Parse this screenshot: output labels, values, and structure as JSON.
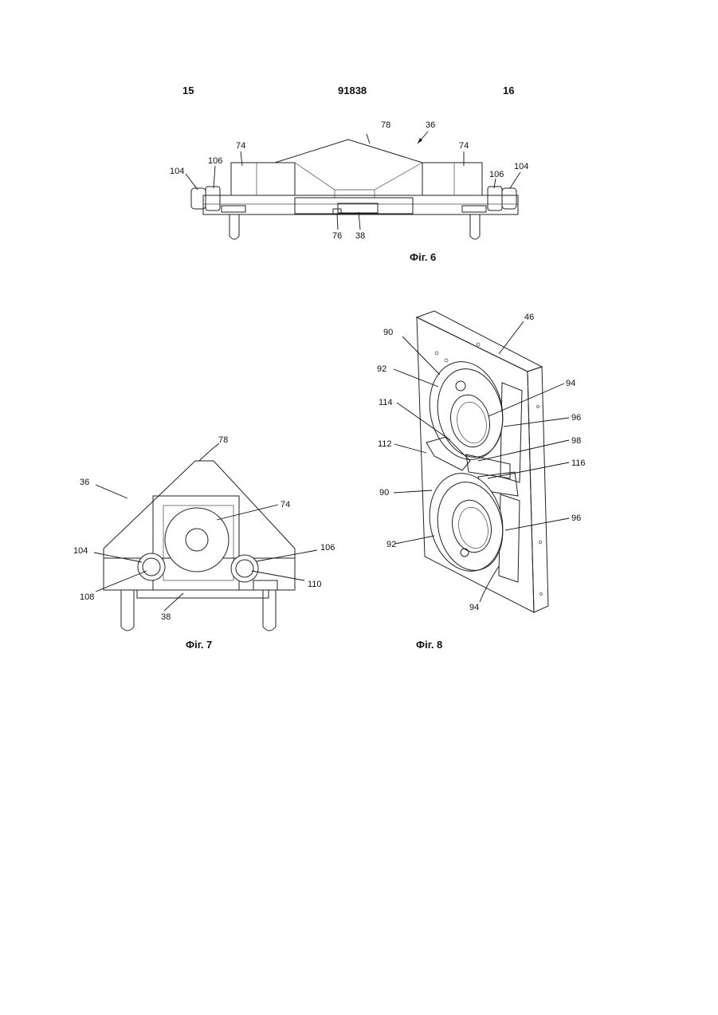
{
  "header": {
    "page_left": "15",
    "patent_number": "91838",
    "page_right": "16"
  },
  "fig6": {
    "caption": "Фіг. 6",
    "labels": {
      "l78": "78",
      "l36": "36",
      "l74a": "74",
      "l74b": "74",
      "l104a": "104",
      "l106a": "106",
      "l106b": "106",
      "l104b": "104",
      "l76": "76",
      "l38": "38"
    }
  },
  "fig7": {
    "caption": "Фіг. 7",
    "labels": {
      "l78": "78",
      "l36": "36",
      "l74": "74",
      "l104": "104",
      "l106": "106",
      "l108": "108",
      "l110": "110",
      "l38": "38"
    }
  },
  "fig8": {
    "caption": "Фіг. 8",
    "labels": {
      "l46": "46",
      "l90a": "90",
      "l92a": "92",
      "l94a": "94",
      "l96a": "96",
      "l114": "114",
      "l98": "98",
      "l112": "112",
      "l116": "116",
      "l90b": "90",
      "l96b": "96",
      "l92b": "92",
      "l94b": "94"
    }
  }
}
